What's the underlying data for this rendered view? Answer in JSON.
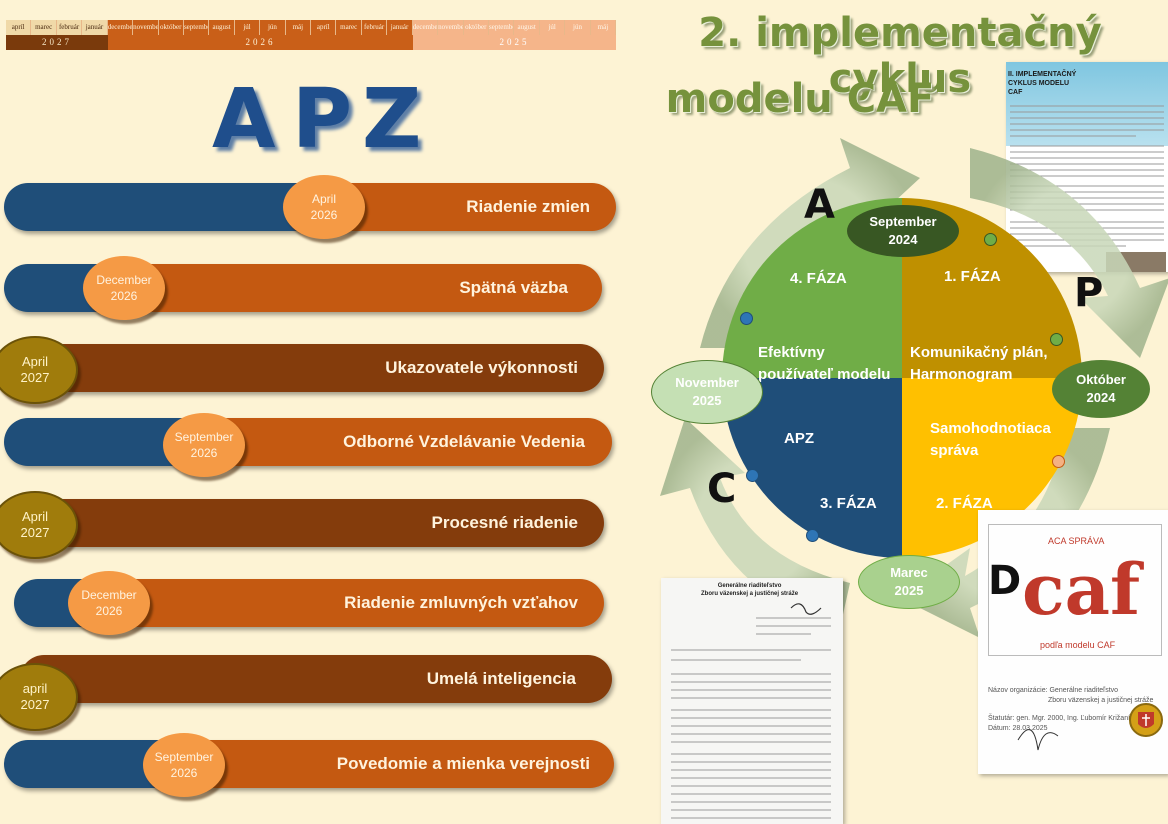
{
  "timeline": {
    "months": [
      {
        "label": "apríl",
        "year": "2027"
      },
      {
        "label": "marec",
        "year": "2027"
      },
      {
        "label": "február",
        "year": "2027"
      },
      {
        "label": "január",
        "year": "2027"
      },
      {
        "label": "december",
        "year": "2026"
      },
      {
        "label": "november",
        "year": "2026"
      },
      {
        "label": "október",
        "year": "2026"
      },
      {
        "label": "september",
        "year": "2026"
      },
      {
        "label": "august",
        "year": "2026"
      },
      {
        "label": "júl",
        "year": "2026"
      },
      {
        "label": "jún",
        "year": "2026"
      },
      {
        "label": "máj",
        "year": "2026"
      },
      {
        "label": "apríl",
        "year": "2026"
      },
      {
        "label": "marec",
        "year": "2026"
      },
      {
        "label": "február",
        "year": "2026"
      },
      {
        "label": "január",
        "year": "2026"
      },
      {
        "label": "december",
        "year": "2025"
      },
      {
        "label": "november",
        "year": "2025"
      },
      {
        "label": "október",
        "year": "2025"
      },
      {
        "label": "september",
        "year": "2025"
      },
      {
        "label": "august",
        "year": "2025"
      },
      {
        "label": "júl",
        "year": "2025"
      },
      {
        "label": "jún",
        "year": "2025"
      },
      {
        "label": "máj",
        "year": "2025"
      }
    ],
    "years": [
      "2027",
      "2026",
      "2025"
    ]
  },
  "apz": [
    "A",
    "P",
    "Z"
  ],
  "areas": [
    {
      "label": "Riadenie zmien",
      "badge_line1": "April",
      "badge_line2": "2026"
    },
    {
      "label": "Spätná väzba",
      "badge_line1": "December",
      "badge_line2": "2026"
    },
    {
      "label": "Ukazovatele výkonnosti",
      "badge_line1": "April",
      "badge_line2": "2027"
    },
    {
      "label": "Odborné Vzdelávanie Vedenia",
      "badge_line1": "September",
      "badge_line2": "2026"
    },
    {
      "label": "Procesné riadenie",
      "badge_line1": "April",
      "badge_line2": "2027"
    },
    {
      "label": "Riadenie zmluvných vzťahov",
      "badge_line1": "December",
      "badge_line2": "2026"
    },
    {
      "label": "Umelá inteligencia",
      "badge_line1": "april",
      "badge_line2": "2027"
    },
    {
      "label": "Povedomie a mienka verejnosti",
      "badge_line1": "September",
      "badge_line2": "2026"
    }
  ],
  "title": {
    "line1": "2. implementačný cyklus",
    "line2": "modelu CAF"
  },
  "cycle": {
    "letters": {
      "a": "A",
      "p": "P",
      "c": "C",
      "d": "D"
    },
    "quadrants": {
      "q4": {
        "phase": "4. FÁZA",
        "line1": "Efektívny",
        "line2": "používateľ modelu",
        "color": "#70ad47"
      },
      "q1": {
        "phase": "1. FÁZA",
        "line1": "Komunikačný plán,",
        "line2": "Harmonogram",
        "color": "#bf9000"
      },
      "q3": {
        "phase": "3. FÁZA",
        "line1": "APZ",
        "color": "#1f4e79"
      },
      "q2": {
        "phase": "2. FÁZA",
        "line1": "Samohodnotiaca",
        "line2": "správa",
        "color": "#ffc000"
      }
    },
    "milestones": {
      "top": {
        "line1": "September",
        "line2": "2024",
        "color": "#385723"
      },
      "right": {
        "line1": "Október",
        "line2": "2024",
        "color": "#548235"
      },
      "bottom": {
        "line1": "Marec",
        "line2": "2025",
        "color": "#a9d18e"
      },
      "left": {
        "line1": "November",
        "line2": "2025",
        "color": "#c5e0b4"
      }
    }
  },
  "doc_top": {
    "heading_line1": "II. IMPLEMENTAČNÝ",
    "heading_line2": "CYKLUS MODELU",
    "heading_line3": "CAF"
  },
  "doc_report": {
    "title_partial": "ACA SPRÁVA",
    "logo": "caf",
    "subtitle": "podľa modelu CAF",
    "org_label": "Názov organizácie:",
    "org_value_line1": "Generálne riaditeľstvo",
    "org_value_line2": "Zboru väzenskej a justičnej stráže",
    "row2_label": "Štatutár:",
    "row2_value": "gen. Mgr. 2000, Ing. Ľubomír Križaník",
    "row3_label": "Dátum:",
    "row3_value": "28.03.2025"
  },
  "doc_letter": {
    "header_line1": "Generálne riaditeľstvo",
    "header_line2": "Zboru väzenskej a justičnej stráže"
  }
}
